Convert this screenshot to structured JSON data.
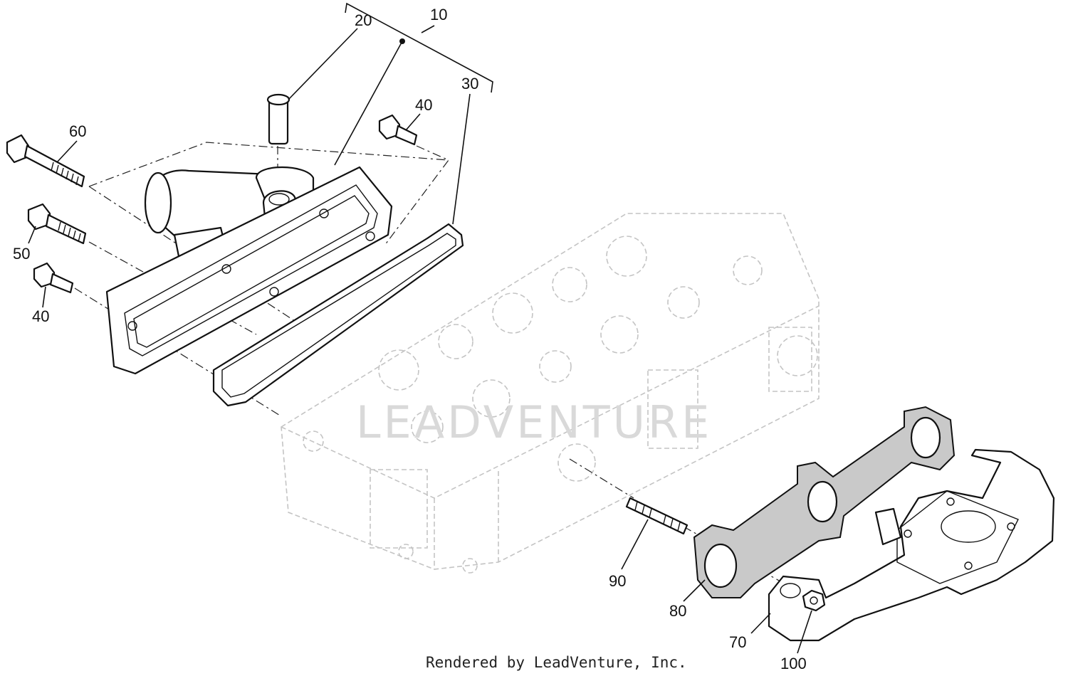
{
  "callouts": [
    {
      "id": "p10",
      "text": "10"
    },
    {
      "id": "p20",
      "text": "20"
    },
    {
      "id": "p30",
      "text": "30"
    },
    {
      "id": "p40a",
      "text": "40"
    },
    {
      "id": "p60",
      "text": "60"
    },
    {
      "id": "p50",
      "text": "50"
    },
    {
      "id": "p40b",
      "text": "40"
    },
    {
      "id": "p90",
      "text": "90"
    },
    {
      "id": "p80",
      "text": "80"
    },
    {
      "id": "p70",
      "text": "70"
    },
    {
      "id": "p100",
      "text": "100"
    }
  ],
  "watermark": "LEADVENTURE",
  "credit": "Rendered by LeadVenture, Inc."
}
